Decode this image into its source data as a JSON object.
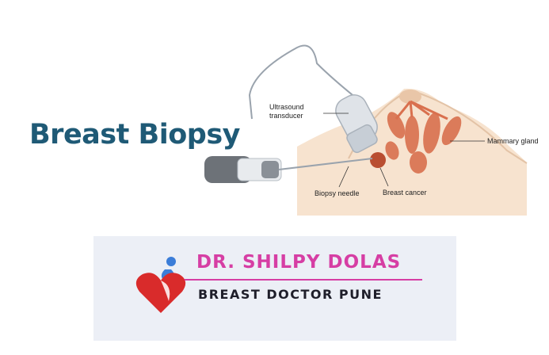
{
  "title": "Breast Biopsy",
  "labels": {
    "ultrasound_line1": "Ultrasound",
    "ultrasound_line2": "transducer",
    "mammary_gland": "Mammary gland",
    "biopsy_needle": "Biopsy needle",
    "breast_cancer": "Breast cancer"
  },
  "banner": {
    "name": "DR. SHILPY DOLAS",
    "tagline": "BREAST DOCTOR PUNE"
  },
  "colors": {
    "title": "#1f5a76",
    "brand_pink": "#d63ea4",
    "skin": "#f7e3cf",
    "gland": "#d9704e",
    "banner_bg": "#eceff6"
  }
}
